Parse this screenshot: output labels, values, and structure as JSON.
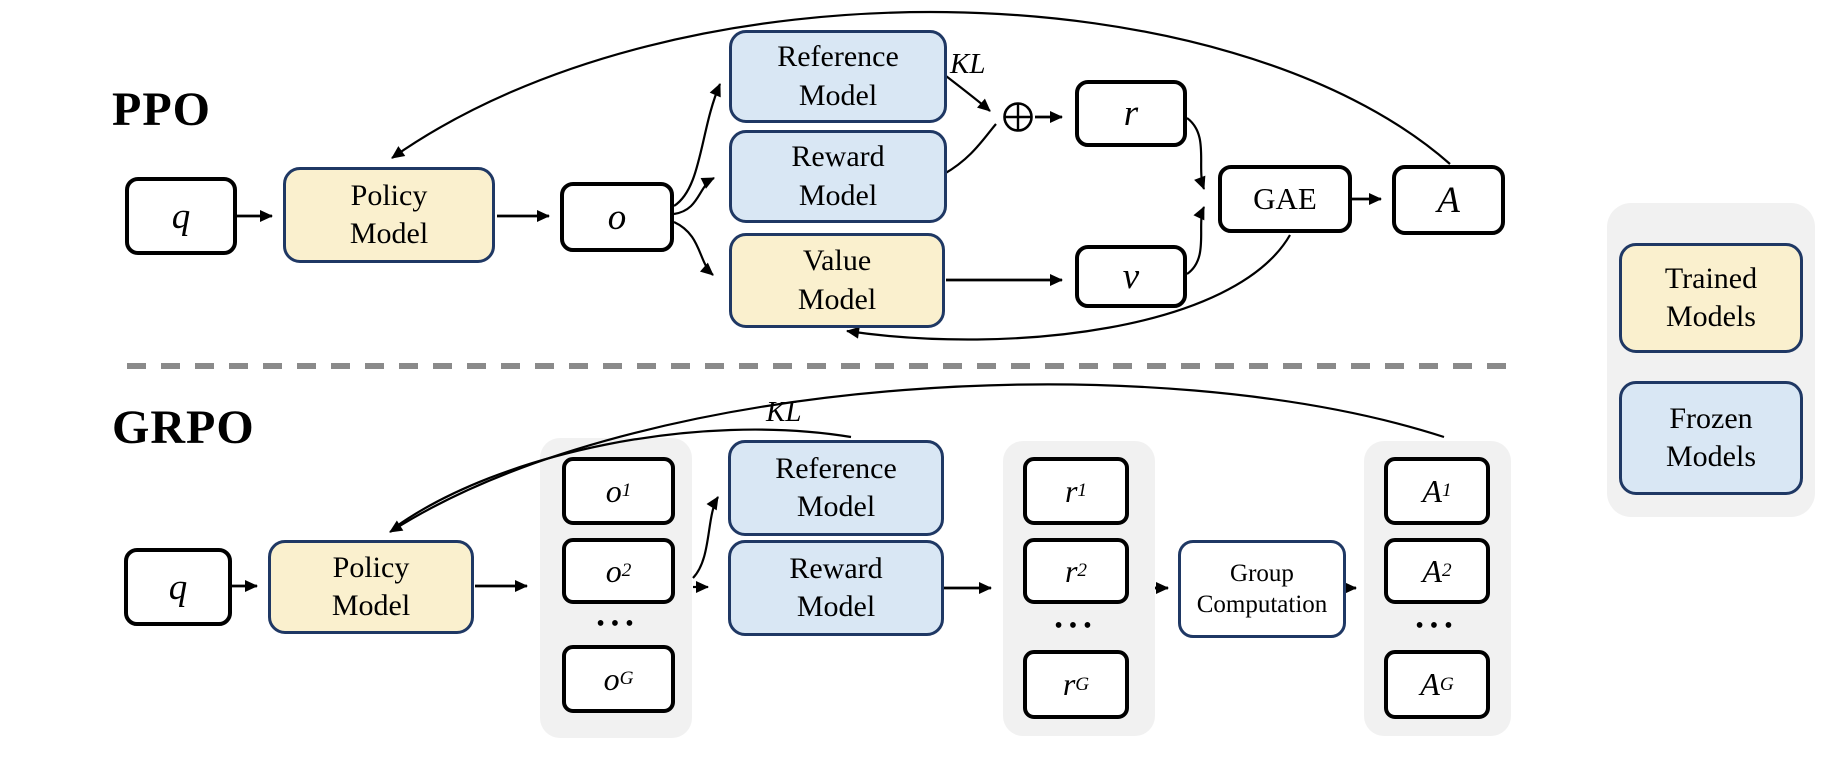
{
  "colors": {
    "navy": "#1F3864",
    "cream": "#FAF0CE",
    "blue": "#D9E7F4",
    "panel": "#F1F1F1",
    "dash": "#8A8A8A",
    "ink": "#000000"
  },
  "legend": {
    "trained_label": "Trained\nModels",
    "frozen_label": "Frozen\nModels"
  },
  "ppo": {
    "section_label": "PPO",
    "q": "q",
    "policy": "Policy\nModel",
    "o": "o",
    "reference": "Reference\nModel",
    "reward": "Reward\nModel",
    "value": "Value\nModel",
    "kl": "KL",
    "r": "r",
    "v": "v",
    "gae": "GAE",
    "a": "A"
  },
  "grpo": {
    "section_label": "GRPO",
    "q": "q",
    "policy": "Policy\nModel",
    "reference": "Reference\nModel",
    "reward": "Reward\nModel",
    "kl": "KL",
    "group": "Group\nComputation",
    "ellipsis": "•••",
    "o_items": [
      {
        "base": "o",
        "sub": "1"
      },
      {
        "base": "o",
        "sub": "2"
      },
      {
        "base": "o",
        "sub": "G"
      }
    ],
    "r_items": [
      {
        "base": "r",
        "sub": "1"
      },
      {
        "base": "r",
        "sub": "2"
      },
      {
        "base": "r",
        "sub": "G"
      }
    ],
    "a_items": [
      {
        "base": "A",
        "sub": "1"
      },
      {
        "base": "A",
        "sub": "2"
      },
      {
        "base": "A",
        "sub": "G"
      }
    ]
  },
  "icons": {
    "combine": "circle-plus"
  }
}
